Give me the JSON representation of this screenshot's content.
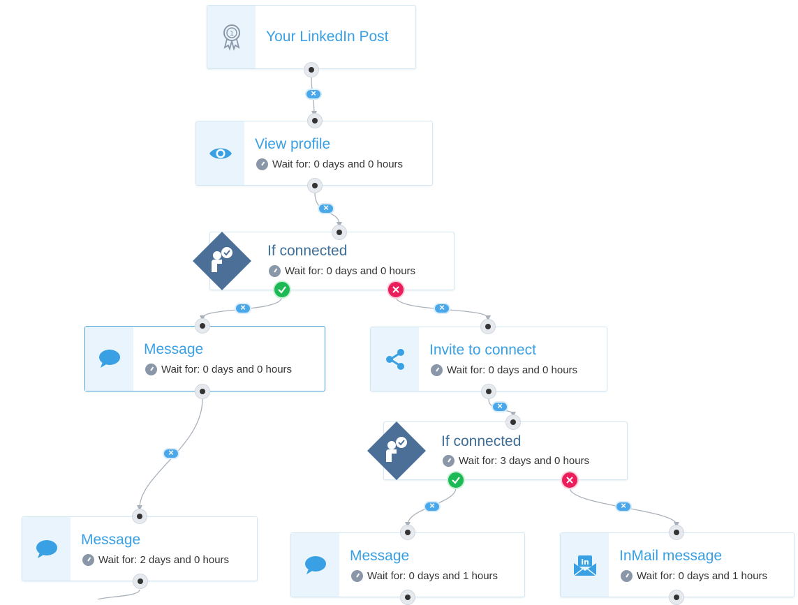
{
  "nodes": {
    "post": {
      "title": "Your LinkedIn Post",
      "icon": "award-ribbon-icon"
    },
    "view_profile": {
      "title": "View profile",
      "wait": "Wait for: 0 days and 0 hours",
      "icon": "eye-icon"
    },
    "if_connected_1": {
      "title": "If connected",
      "wait": "Wait for: 0 days and 0 hours",
      "icon": "person-check-icon"
    },
    "message_1": {
      "title": "Message",
      "wait": "Wait for: 0 days and 0 hours",
      "icon": "chat-bubble-icon"
    },
    "invite": {
      "title": "Invite to connect",
      "wait": "Wait for: 0 days and 0 hours",
      "icon": "share-icon"
    },
    "if_connected_2": {
      "title": "If connected",
      "wait": "Wait for: 3 days and 0 hours",
      "icon": "person-check-icon"
    },
    "message_2": {
      "title": "Message",
      "wait": "Wait for: 2 days and 0 hours",
      "icon": "chat-bubble-icon"
    },
    "message_3": {
      "title": "Message",
      "wait": "Wait for: 0 days and 1 hours",
      "icon": "chat-bubble-icon"
    },
    "inmail": {
      "title": "InMail message",
      "wait": "Wait for: 0 days and 1 hours",
      "icon": "linkedin-envelope-icon"
    }
  },
  "colors": {
    "accent": "#3aa0e4",
    "condition_title": "#3f6e98",
    "diamond": "#4b6f97",
    "yes": "#1db954",
    "no": "#ea1e5a",
    "connector": "#4aa8ea"
  }
}
